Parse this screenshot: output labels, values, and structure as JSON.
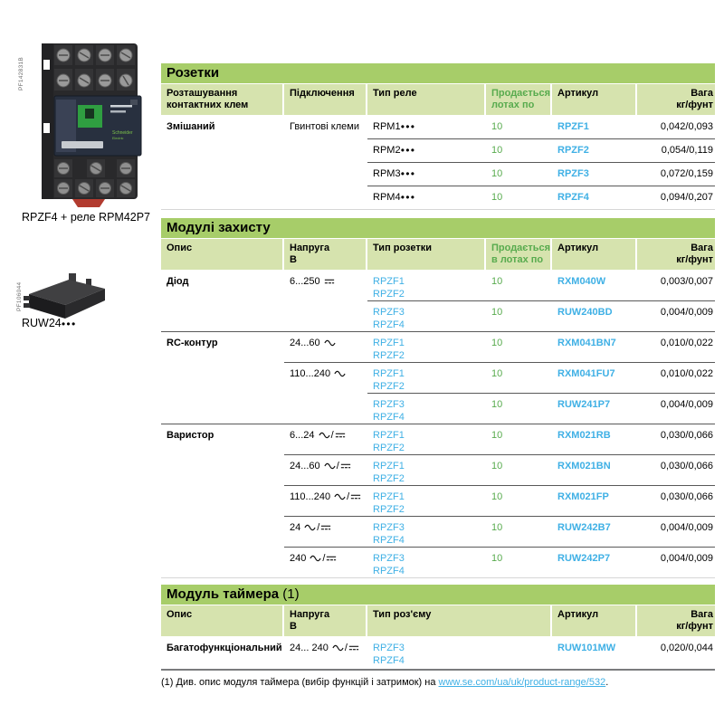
{
  "left_panel": {
    "photo1_ref": "PF142831B",
    "photo1_caption": "RPZF4 + реле RPM42P7",
    "photo2_ref": "PF106044",
    "photo2_caption": "RUW24●●●"
  },
  "tables": [
    {
      "title": "Розетки",
      "title_suffix": "",
      "columns": [
        {
          "label": "Розташування\nконтактних клем"
        },
        {
          "label": "Підключення"
        },
        {
          "label": "Тип реле"
        },
        {
          "label": "Продається в\nлотах по",
          "green": true
        },
        {
          "label": "Артикул"
        },
        {
          "label": "Вага\nкг/фунт",
          "right": true
        }
      ],
      "col_styles": [
        "desc",
        "plain",
        "plain",
        "green",
        "article",
        "weight"
      ],
      "rows": [
        {
          "sep": "none",
          "cells": [
            "Змішаний",
            "Гвинтові клеми",
            "RPM1●●●",
            "10",
            "RPZF1",
            "0,042/0,093"
          ]
        },
        {
          "sep": "col3",
          "cells": [
            "",
            "",
            "RPM2●●●",
            "10",
            "RPZF2",
            "0,054/0,119"
          ]
        },
        {
          "sep": "col3",
          "cells": [
            "",
            "",
            "RPM3●●●",
            "10",
            "RPZF3",
            "0,072/0,159"
          ]
        },
        {
          "sep": "col3",
          "cells": [
            "",
            "",
            "RPM4●●●",
            "10",
            "RPZF4",
            "0,094/0,207"
          ]
        }
      ]
    },
    {
      "title": "Модулі захисту",
      "title_suffix": "",
      "columns": [
        {
          "label": "Опис"
        },
        {
          "label": "Напруга\nВ"
        },
        {
          "label": "Тип розетки"
        },
        {
          "label": "Продається\nв лотах по",
          "green": true
        },
        {
          "label": "Артикул"
        },
        {
          "label": "Вага\nкг/фунт",
          "right": true
        }
      ],
      "col_styles": [
        "desc",
        "plain",
        "type",
        "green",
        "article",
        "weight"
      ],
      "rows": [
        {
          "sep": "none",
          "cells": [
            "Діод",
            "6...250 ⎓",
            "RPZF1\nRPZF2",
            "10",
            "RXM040W",
            "0,003/0,007"
          ]
        },
        {
          "sep": "col3",
          "cells": [
            "",
            "",
            "RPZF3\nRPZF4",
            "10",
            "RUW240BD",
            "0,004/0,009"
          ]
        },
        {
          "sep": "full",
          "cells": [
            "RC-контур",
            "24...60 ∿",
            "RPZF1\nRPZF2",
            "10",
            "RXM041BN7",
            "0,010/0,022"
          ]
        },
        {
          "sep": "col2",
          "cells": [
            "",
            "110...240 ∿",
            "RPZF1\nRPZF2",
            "10",
            "RXM041FU7",
            "0,010/0,022"
          ]
        },
        {
          "sep": "col3",
          "cells": [
            "",
            "",
            "RPZF3\nRPZF4",
            "10",
            "RUW241P7",
            "0,004/0,009"
          ]
        },
        {
          "sep": "full",
          "cells": [
            "Варистор",
            "6...24 ∿/⎓",
            "RPZF1\nRPZF2",
            "10",
            "RXM021RB",
            "0,030/0,066"
          ]
        },
        {
          "sep": "col2",
          "cells": [
            "",
            "24...60 ∿/⎓",
            "RPZF1\nRPZF2",
            "10",
            "RXM021BN",
            "0,030/0,066"
          ]
        },
        {
          "sep": "col2",
          "cells": [
            "",
            "110...240 ∿/⎓",
            "RPZF1\nRPZF2",
            "10",
            "RXM021FP",
            "0,030/0,066"
          ]
        },
        {
          "sep": "col2",
          "cells": [
            "",
            "24 ∿/⎓",
            "RPZF3\nRPZF4",
            "10",
            "RUW242B7",
            "0,004/0,009"
          ]
        },
        {
          "sep": "col2",
          "cells": [
            "",
            "240 ∿/⎓",
            "RPZF3\nRPZF4",
            "10",
            "RUW242P7",
            "0,004/0,009"
          ]
        }
      ]
    },
    {
      "title": "Модуль таймера",
      "title_suffix": "(1)",
      "columns": [
        {
          "label": "Опис"
        },
        {
          "label": "Напруга\nВ"
        },
        {
          "label": "Тип роз'єму"
        },
        {
          "label": "Артикул"
        },
        {
          "label": "Вага\nкг/фунт",
          "right": true
        }
      ],
      "col_styles": [
        "desc",
        "plain",
        "type",
        "article",
        "weight"
      ],
      "rows": [
        {
          "sep": "none",
          "cells": [
            "Багатофункціональний",
            "24... 240 ∿/⎓",
            "RPZF3\nRPZF4",
            "RUW101MW",
            "0,020/0,044"
          ]
        }
      ]
    }
  ],
  "footnote": {
    "text_before": "(1) Див. опис модуля таймера (вибір функцій і затримок) на ",
    "link": "www.se.com/ua/uk/product-range/532",
    "text_after": "."
  },
  "colors": {
    "title_bar_green": "#a7cd69",
    "header_green": "#d6e3ae",
    "accent_green_text": "#58ab4e",
    "link_blue": "#3fb0e5"
  }
}
